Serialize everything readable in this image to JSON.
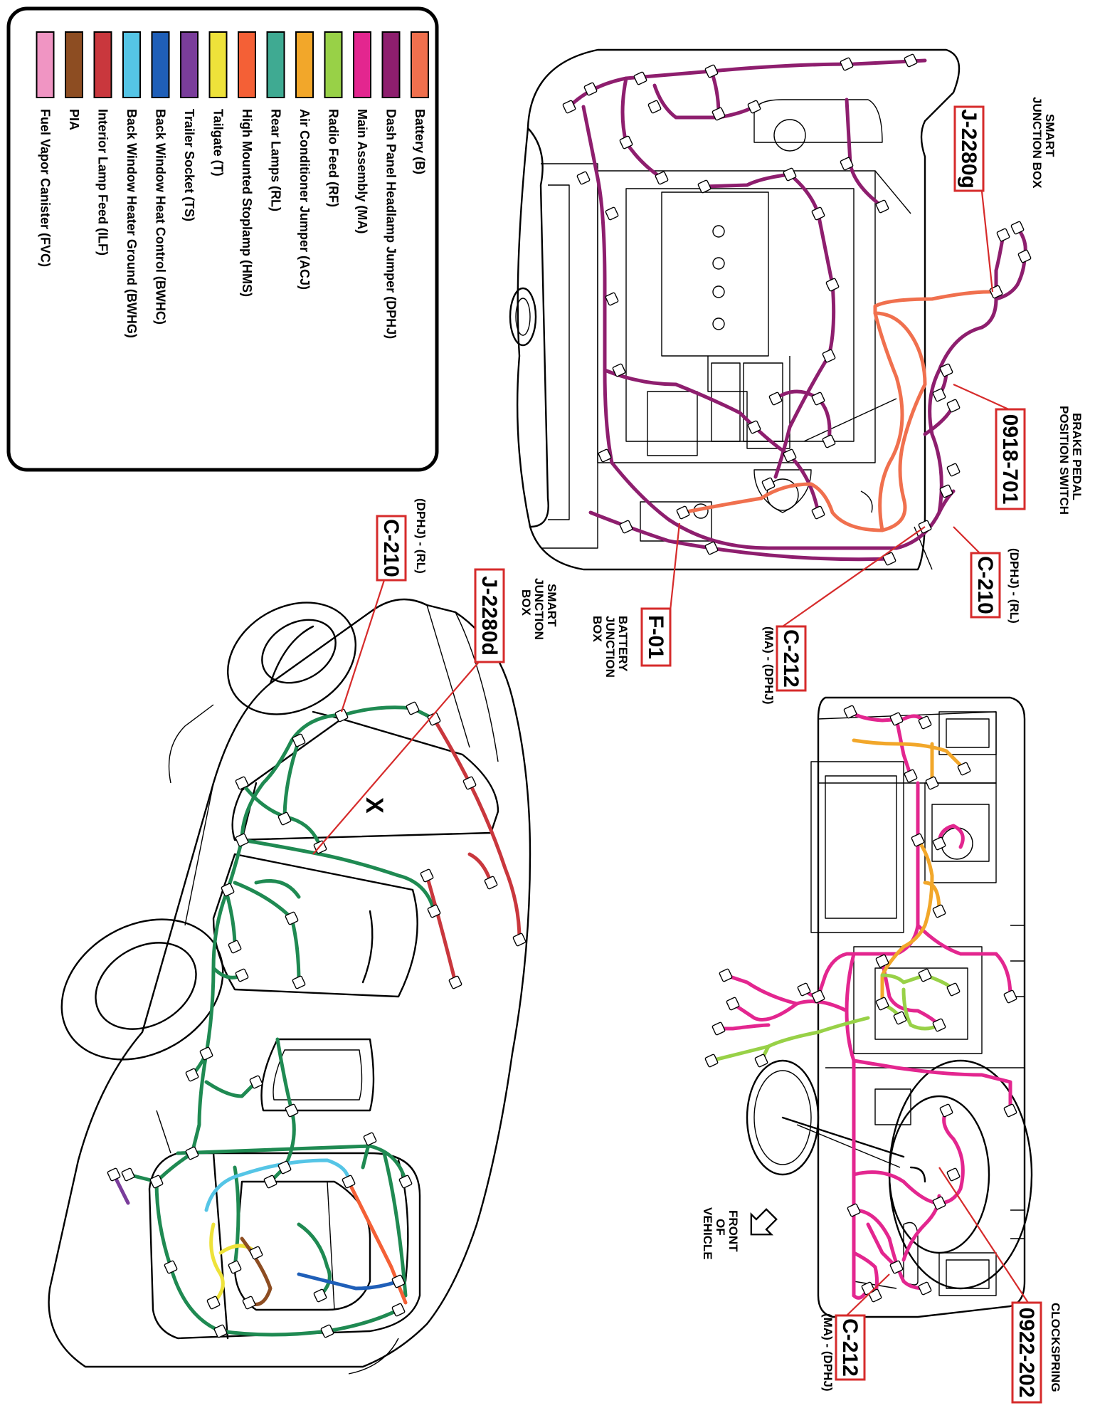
{
  "legend": {
    "items": [
      {
        "label": "Battery (B)",
        "color": "#f0704e"
      },
      {
        "label": "Dash Panel Headlamp Jumper (DPHJ)",
        "color": "#8e1e6e"
      },
      {
        "label": "Main Assembly (MA)",
        "color": "#e3268f"
      },
      {
        "label": "Radio Feed (RF)",
        "color": "#98d147"
      },
      {
        "label": "Air Conditioner Jumper   (ACJ)",
        "color": "#f2a72a"
      },
      {
        "label": "Rear Lamps (RL)",
        "color": "#3faa92"
      },
      {
        "label": "High Mounted Stoplamp (HMS)",
        "color": "#f46036"
      },
      {
        "label": "Tailgate (T)",
        "color": "#eee23a"
      },
      {
        "label": "Trailer Socket  (TS)",
        "color": "#7a3d9b"
      },
      {
        "label": "Back Window Heat Control (BWHC)",
        "color": "#1f5fb8"
      },
      {
        "label": "Back Window Heater Ground (BWHG)",
        "color": "#55c5e6"
      },
      {
        "label": "Interior Lamp Feed (ILF)",
        "color": "#c9373d"
      },
      {
        "label": "PIA",
        "color": "#8d4d22"
      },
      {
        "label": "Fuel Vapor Canister (FVC)",
        "color": "#f095c3"
      }
    ]
  },
  "wire_colors": {
    "battery": "#f0704e",
    "dphj": "#8e1e6e",
    "ma": "#e3268f",
    "rf": "#98d147",
    "acj": "#f2a72a",
    "rl": "#1f8a52",
    "ilf": "#c9373d",
    "bwhc": "#1f5fb8",
    "bwhg": "#55c5e6",
    "tailgate": "#eee23a",
    "pia": "#8d4d22",
    "ts": "#7a3d9b",
    "hms": "#f46036",
    "callout": "#d62b2b"
  },
  "callouts": {
    "j2280g": {
      "label": "J-2280g",
      "note1": "SMART",
      "note2": "JUNCTION BOX"
    },
    "c0918": {
      "label": "0918-701",
      "note1": "BRAKE PEDAL",
      "note2": "POSITION SWITCH"
    },
    "c210_top": {
      "label": "C-210",
      "note1": "(DPHJ) - (RL)"
    },
    "c212_top": {
      "label": "C-212",
      "note1": "(MA) - (DPHJ)"
    },
    "f01": {
      "label": "F-01",
      "note1": "BATTERY",
      "note2": "JUNCTION",
      "note3": "BOX"
    },
    "j2280d": {
      "label": "J-2280d",
      "note1": "SMART",
      "note2": "JUNCTION",
      "note3": "BOX"
    },
    "c210_left": {
      "label": "C-210",
      "note1": "(DPHJ) - (RL)"
    },
    "c0922": {
      "label": "0922-202",
      "note1": "CLOCKSPRING"
    },
    "c212_bottom": {
      "label": "C-212",
      "note1": "(MA) - (DPHJ)"
    }
  },
  "front_of_vehicle": {
    "line1": "FRONT",
    "line2": "OF",
    "line3": "VEHICLE"
  },
  "cabin_mark": "X"
}
